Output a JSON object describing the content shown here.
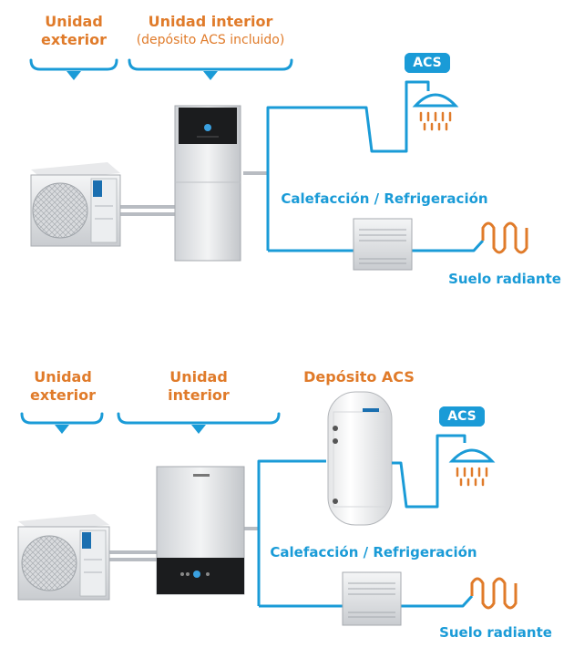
{
  "diagram_top": {
    "outdoor_label_line1": "Unidad",
    "outdoor_label_line2": "exterior",
    "indoor_label_line1": "Unidad interior",
    "indoor_label_line2": "(depósito ACS incluido)",
    "acs_badge": "ACS",
    "heating_label": "Calefacción / Refrigeración",
    "floor_label": "Suelo radiante"
  },
  "diagram_bottom": {
    "outdoor_label_line1": "Unidad",
    "outdoor_label_line2": "exterior",
    "indoor_label_line1": "Unidad",
    "indoor_label_line2": "interior",
    "tank_label": "Depósito ACS",
    "acs_badge": "ACS",
    "heating_label": "Calefacción / Refrigeración",
    "floor_label": "Suelo radiante"
  },
  "colors": {
    "accent_orange": "#e07b2a",
    "accent_blue": "#1a9bd7",
    "pipe_grey": "#b8bcc2"
  }
}
